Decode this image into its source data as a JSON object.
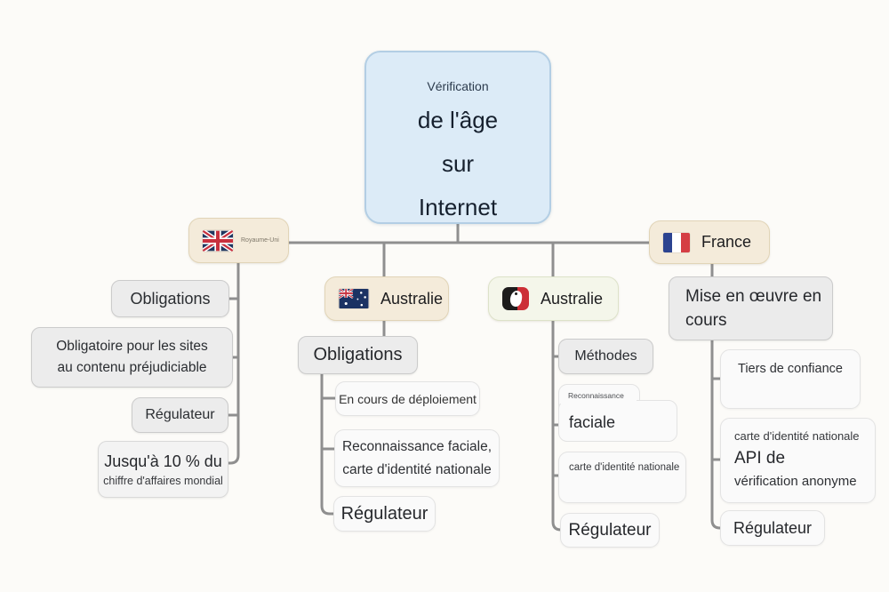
{
  "root": {
    "subtitle": "Vérification",
    "line1": "de l'âge",
    "line2": "sur",
    "line3": "Internet"
  },
  "countries": {
    "uk": "Royaume-Uni",
    "australia_1": "Australie",
    "australia_2": "Australie",
    "france": "France"
  },
  "uk_branch": {
    "obligations": "Obligations",
    "scope_line1": "Obligatoire pour les sites",
    "scope_line2": "au contenu préjudiciable",
    "regulator": "Régulateur",
    "penalty_line1": "Jusqu'à 10 % du",
    "penalty_line2": "chiffre d'affaires mondial"
  },
  "australia1_branch": {
    "obligations": "Obligations",
    "status": "En cours de déploiement",
    "methods_line1": "Reconnaissance faciale,",
    "methods_line2": "carte d'identité nationale",
    "regulator": "Régulateur"
  },
  "australia2_branch": {
    "methods": "Méthodes",
    "facial_small": "Reconnaissance",
    "facial_large": "faciale",
    "id_card": "carte d'identité nationale",
    "regulator": "Régulateur"
  },
  "france_branch": {
    "status_line1": "Mise en œuvre en",
    "status_line2": "cours",
    "trusted_third": "Tiers de confiance",
    "api_line1": "carte d'identité nationale",
    "api_line2": "API de",
    "api_line3": "vérification anonyme",
    "regulator": "Régulateur"
  },
  "colors": {
    "root_fill": "#dcebf7",
    "root_border": "#b3cee4",
    "country_fill": "#f4ebda",
    "country_border": "#e1d4b7",
    "country2_fill": "#f4f6ea",
    "gray_node_fill": "#ececec",
    "white_node_fill": "#fafafa",
    "connector": "#8f8f8f",
    "france_flag_blue": "#2c4390",
    "france_flag_red": "#d53e44",
    "uk_flag_blue": "#1f3760",
    "uk_flag_red": "#c8313e"
  }
}
